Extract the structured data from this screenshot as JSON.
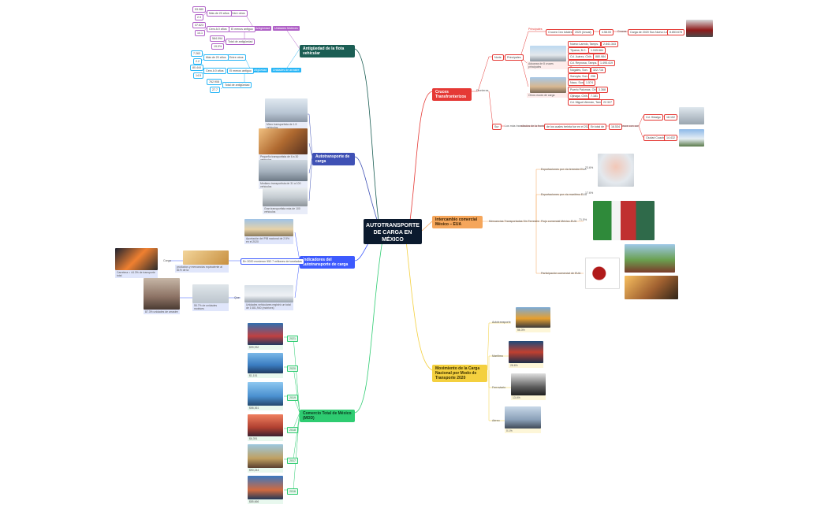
{
  "central": {
    "title": "AUTOTRANSPORTE DE CARGA EN MÉXICO"
  },
  "colors": {
    "teal": "#1b5e54",
    "red": "#e53935",
    "orange": "#f5a65b",
    "yellow": "#f4d03f",
    "green": "#2ecc71",
    "blue": "#3f51b5",
    "indigo": "#3d5afe",
    "purple": "#b061c7",
    "cyan": "#29b6f6"
  },
  "antiguedad": {
    "title": "Antigüedad de la flota vehicular",
    "upper": {
      "group": "Unidades Motrices",
      "sub": "Antigüedad",
      "rows": [
        {
          "label": "Más de 20 años",
          "tag": "Entre otros",
          "n1": "53.980",
          "n2": "2.3"
        },
        {
          "label": "Cero A 0 años",
          "tag": "El menos antiguo",
          "n1": "37.623",
          "n2": "14.1"
        },
        {
          "label": "Total de antigüedad",
          "n1": "584.094",
          "n2": "19.0%"
        }
      ]
    },
    "lower": {
      "group": "Unidades de arrastre",
      "sub": "Antigüedad",
      "rows": [
        {
          "label": "Más de 20 años",
          "tag": "Entre otros",
          "n1": "7.263",
          "n2": "2.2"
        },
        {
          "label": "Cero A 0 años",
          "tag": "El menos antiguo",
          "n1": "80.444",
          "n2": "14.5"
        },
        {
          "label": "Total de antigüedad",
          "n1": "762.908",
          "n2": "27.7"
        }
      ]
    }
  },
  "carga": {
    "title": "Autotransporte de carga",
    "items": [
      "Micro transportista de 1-5 vehículos",
      "Pequeño transportista de 6 a 30 vehículos",
      "Mediano transportista de 31 a 100 vehículos",
      "Gran transportista más de 100 vehículos"
    ]
  },
  "indicadores": {
    "title": "Indicadores del autotransporte de carga",
    "items": [
      "Aportación del PIB nacional de 2.5% en el 2020",
      "En 2020 movieron 552.7 millones de toneladas",
      "Unidades vehiculares registró un total de 1'481,940 (motrices)"
    ],
    "level2": [
      {
        "join": "Carga",
        "text": "productos y mercancías equivalente al 81% de la"
      },
      {
        "join": "Que",
        "text": "55.7% de unidades motrices"
      }
    ],
    "level3": [
      "Carretera = 44.3% de transporte total",
      "87.3% unidades de arrastre"
    ]
  },
  "comercio": {
    "title": "Comercio Total de México (MDD)",
    "years": [
      "2021",
      "2020",
      "2019",
      "2018",
      "2017",
      "2016"
    ],
    "values": [
      "$99,932",
      "$1,151",
      "$58,361",
      "$6,391",
      "$90,244",
      "$85,666"
    ]
  },
  "cruces": {
    "title": "Cruces Transfronterizos",
    "fronteras": "Fronteras",
    "norte": {
      "label": "Norte",
      "sub": "Principales",
      "fila": [
        "Principales",
        "Cruces Ceo totales",
        "2020 (Anual)",
        "4.58.00",
        "Cruces",
        "Carga de 2020 Sus Nuevo Leo",
        "8.853.678"
      ]
    },
    "aduanas": {
      "label": "Aduanas de 8 cruces principales",
      "items": [
        {
          "name": "Nuevo Laredo, Tamps.",
          "value": "2.841.343"
        },
        {
          "name": "Tijuana, B.C.",
          "value": "1.045.684"
        },
        {
          "name": "Cd. Juárez, Chih.",
          "value": "880.984"
        },
        {
          "name": "Cd. Reynosa, Tamps.",
          "value": "1.495.419"
        },
        {
          "name": "Nogales, Son.",
          "value": "322.716"
        }
      ]
    },
    "otros": {
      "label": "Otros cruces de carga",
      "items": [
        {
          "name": "Sonoyta, Son.",
          "value": "296"
        },
        {
          "name": "Naco, Son.",
          "value": "1.574"
        },
        {
          "name": "Puerto Palomas, Chih.",
          "value": "3.368"
        },
        {
          "name": "Ojinaga, Chih.",
          "value": "7.181"
        },
        {
          "name": "Cd. Miguel Alemán, Tamps.",
          "value": "22.327"
        }
      ]
    },
    "sur": {
      "label": "Sur",
      "fila": [
        "Los más transitados de la frontera",
        "de los cuales treinta fue en el 2020",
        "En total de",
        "16.534",
        "Cruza",
        "cruce con con"
      ],
      "destinos": [
        {
          "name": "Cd. Hidalgo",
          "value": "18.102"
        },
        {
          "name": "Ciudad Cuauh.",
          "value": "14.432"
        }
      ]
    }
  },
  "intercambio": {
    "title": "Intercambio comercial México – EUA",
    "join": "Mercancías Transportadas Sin Terrestre",
    "items": [
      {
        "label": "Exportaciones por vía terrestre EUA",
        "value": "23.6%"
      },
      {
        "label": "Exportaciones por vía marítimo EUA",
        "value": "17.6%"
      },
      {
        "label": "Flujo comercial México-EUA",
        "value": "71.5%"
      },
      {
        "label": "Participación comercial de EUA",
        "value": ""
      }
    ]
  },
  "movimiento": {
    "title": "Movimiento de la Carga Nacional por Modo de Transporte 2020",
    "modes": [
      {
        "label": "Autotransporte",
        "value": "56.3%"
      },
      {
        "label": "Marítimo",
        "value": "28.6%"
      },
      {
        "label": "Ferroviario",
        "value": "13.4%"
      },
      {
        "label": "Aéreo",
        "value": "0.1%"
      }
    ]
  }
}
